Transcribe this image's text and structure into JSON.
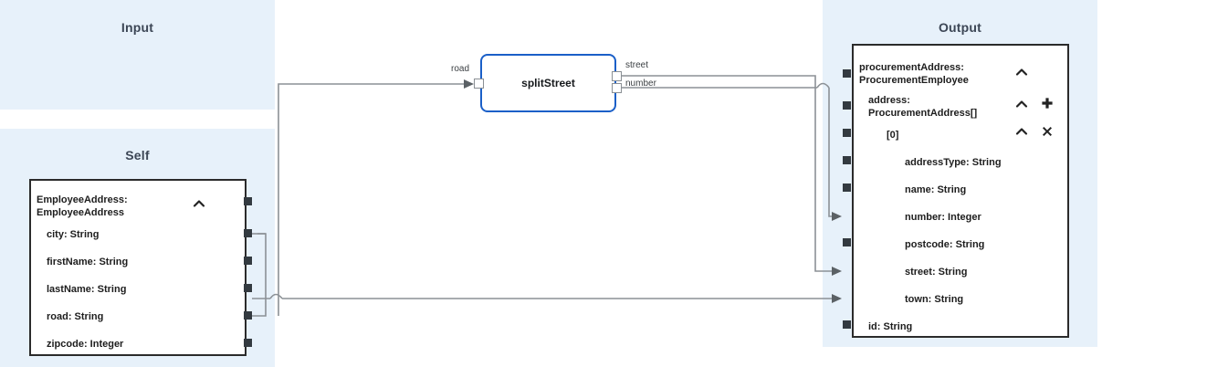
{
  "panels": {
    "input": {
      "title": "Input"
    },
    "self": {
      "title": "Self"
    },
    "output": {
      "title": "Output"
    }
  },
  "self_node": {
    "root": {
      "label": "EmployeeAddress:\nEmployeeAddress",
      "collapse_icon": "chevron-up-icon"
    },
    "fields": [
      {
        "label": "city: String"
      },
      {
        "label": "firstName: String"
      },
      {
        "label": "lastName: String"
      },
      {
        "label": "road: String"
      },
      {
        "label": "zipcode: Integer"
      }
    ]
  },
  "output_node": {
    "root": {
      "label": "procurementAddress:\nProcurementEmployee",
      "collapse_icon": "chevron-up-icon"
    },
    "address": {
      "label": "address:\nProcurementAddress[]",
      "collapse_icon": "chevron-up-icon",
      "add_icon": "plus-icon"
    },
    "index": {
      "label": "[0]",
      "collapse_icon": "chevron-up-icon",
      "remove_icon": "close-icon"
    },
    "fields": [
      {
        "label": "addressType: String"
      },
      {
        "label": "name: String"
      },
      {
        "label": "number: Integer"
      },
      {
        "label": "postcode: String"
      },
      {
        "label": "street: String"
      },
      {
        "label": "town: String"
      }
    ],
    "id_field": {
      "label": "id: String"
    }
  },
  "function_node": {
    "name": "splitStreet",
    "inputs": [
      {
        "label": "road"
      }
    ],
    "outputs": [
      {
        "label": "street"
      },
      {
        "label": "number"
      }
    ]
  },
  "colors": {
    "panel_background": "#e7f1fa",
    "node_border": "#2b2b2b",
    "function_border": "#1a5fc8",
    "wire": "#8c9196",
    "port": "#333a40",
    "title_text": "#3c4655"
  }
}
